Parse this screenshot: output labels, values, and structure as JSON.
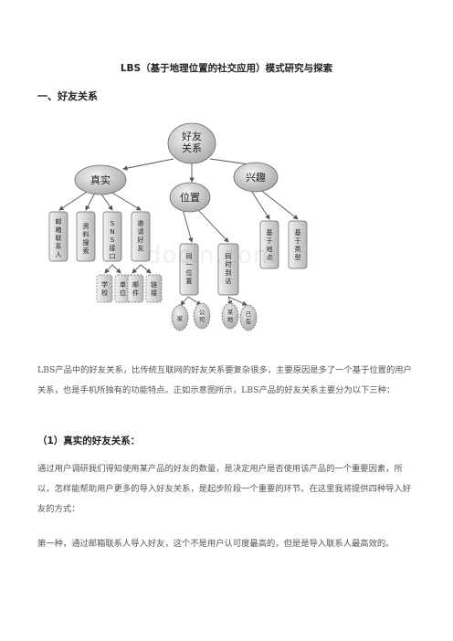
{
  "document": {
    "title": "LBS（基于地理位置的社交应用）模式研究与探索",
    "section1_heading": "一、好友关系",
    "para1": "LBS产品中的好友关系，比传统互联网的好友关系要复杂很多，主要原因是多了一个基于位置的用户关系，也是手机所独有的功能特点。正如示意图所示，LBS产品的好友关系主要分为以下三种：",
    "subheading1": "（1）真实的好友关系：",
    "para2": "通过用户调研我们得知使用某产品的好友的数量，是决定用户是否使用该产品的一个重要因素，所以，怎样能帮助用户更多的导入好友关系，是起步阶段一个重要的环节。在这里我将提供四种导入好友的方式：",
    "para3": "第一种，通过邮箱联系人导入好友，这个不是用户认可度最高的，但是是导入联系人最高效的。"
  },
  "diagram": {
    "root": "好友关系",
    "branches": [
      "真实",
      "位置",
      "兴趣"
    ],
    "real_children": [
      "邮箱联系人",
      "资料搜索",
      "SNS接口",
      "邀请好友"
    ],
    "sns_children": [
      "学校",
      "单位"
    ],
    "invite_children": [
      "邮件",
      "链接"
    ],
    "location_children": [
      "同一位置",
      "同时到达"
    ],
    "same_location_children": [
      "家",
      "公司"
    ],
    "same_arrival_children": [
      "某地",
      "已在"
    ],
    "interest_children": [
      "基于地点",
      "基于类型"
    ]
  },
  "watermark": "docin.com"
}
